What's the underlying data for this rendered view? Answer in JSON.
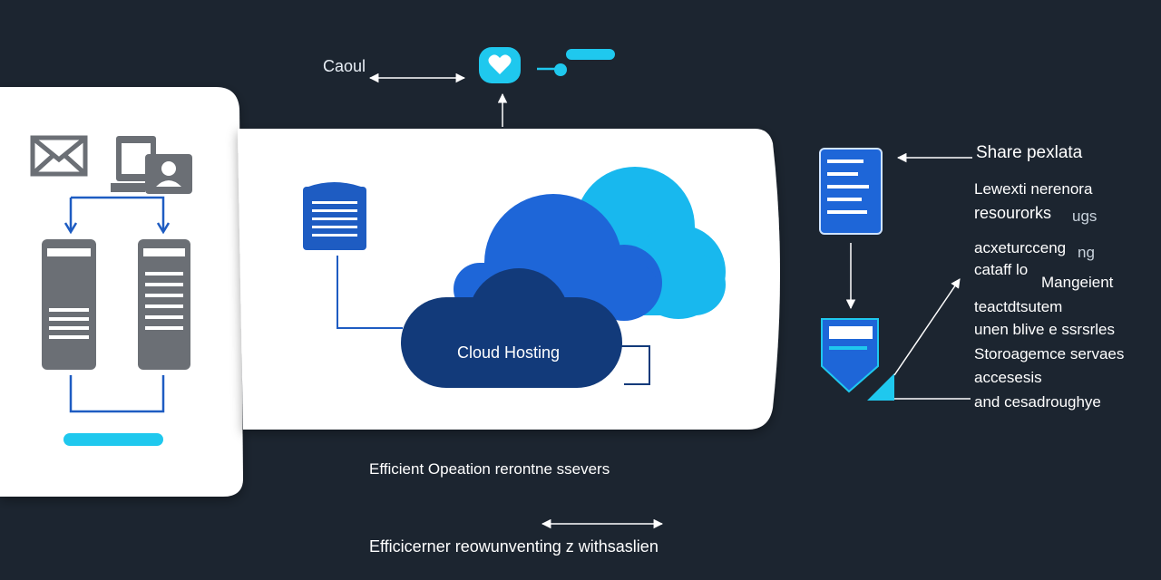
{
  "diagram": {
    "top_label": "Caoul",
    "cloud_label": "Cloud Hosting",
    "right_heading": "Share pexlata",
    "right_lines": [
      "Lewexti nerenora",
      "resourorks",
      "ugs",
      "acxeturcceng",
      "ng",
      "cataff lo",
      "Mangeient",
      "teactdtsutem",
      "unen blive e ssrsrles",
      "Storoagemce servaes",
      "accesesis",
      "and cesadroughye"
    ],
    "bottom_caption": "Efficient Opeation rerontne ssevers",
    "footer_caption": "Efficicerner reowunventing z withsaslien"
  },
  "colors": {
    "background": "#1c2530",
    "panel": "#ffffff",
    "cloud_dark": "#123a7a",
    "cloud_mid": "#1e66d8",
    "cloud_light": "#18b8ee",
    "accent_cyan": "#1fc8ee",
    "server_gray": "#6b6f75",
    "connector_blue": "#1e5cc2"
  },
  "icons": [
    "heart-chat-icon",
    "envelope-icon",
    "computer-monitor-icon",
    "user-account-icon",
    "server-tower-icon",
    "document-icon",
    "bookmark-icon"
  ]
}
